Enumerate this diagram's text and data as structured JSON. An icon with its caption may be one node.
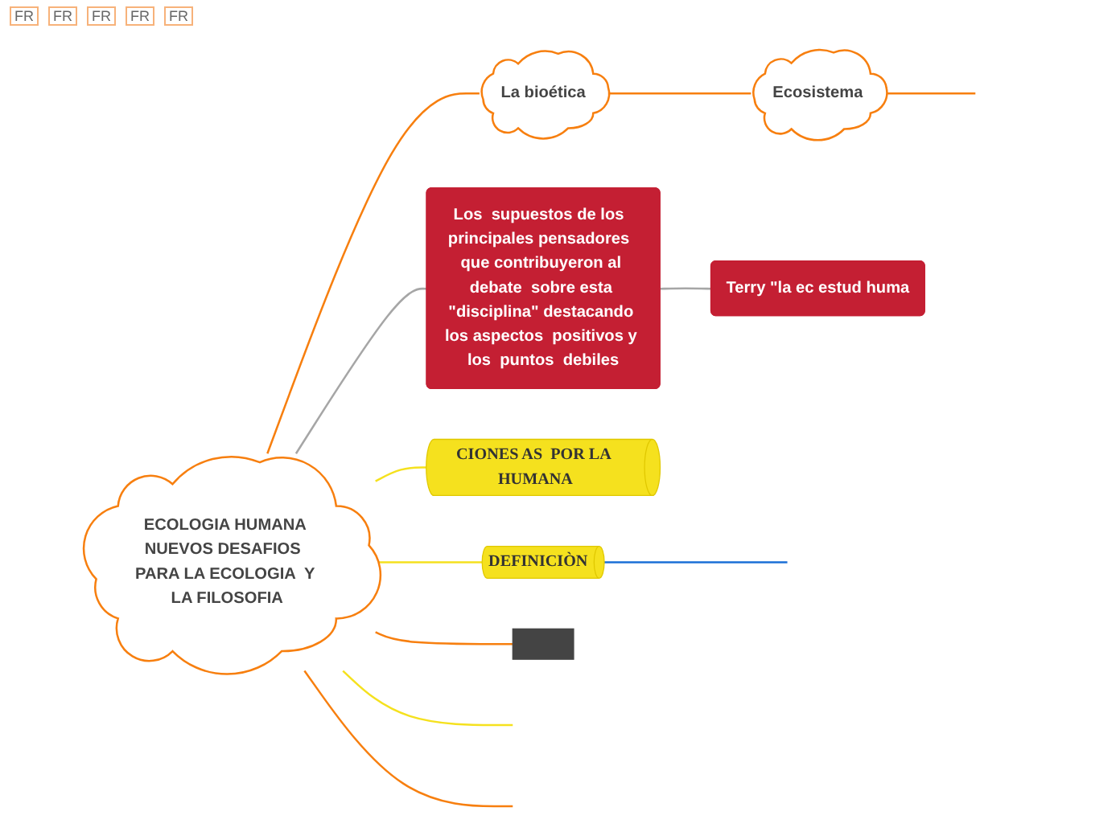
{
  "diagram": {
    "nodes": [
      {
        "text": [
          "ECOLOGIA HUMANA NUEVOS DESAFIOS  PARA LA ECOLOGIA  Y LA FILOSOFIA"
        ]
      },
      {
        "text": [
          "La  bioética"
        ]
      },
      {
        "text": [
          "Ecosistema"
        ]
      },
      {
        "text": [
          "DEFINICIÒN"
        ]
      },
      {
        "text": [
          "CIONES AS  POR LA HUMANA"
        ]
      },
      {
        "text": [
          "Los  supuestos de los  principales pensadores  que contribuyeron al debate  sobre esta \"disciplina\" destacando los aspectos  positivos y los  puntos  debiles"
        ]
      },
      {
        "text": [
          "Terry \"la ec estud huma"
        ]
      },
      {
        "text": [],
        "shape": "box"
      }
    ],
    "edges": [
      {
        "from": 0,
        "to": null,
        "arrow": "none",
        "color": "#f5e11e"
      },
      {
        "from": 0,
        "to": 1,
        "arrow": "none",
        "color": "#f77f0f"
      },
      {
        "from": 1,
        "to": 2,
        "arrow": "none",
        "color": "#f77f0f"
      },
      {
        "from": 2,
        "to": null,
        "arrow": "none",
        "color": "#f77f0f"
      },
      {
        "from": 0,
        "to": 4,
        "arrow": "none",
        "color": "#f5e11e"
      },
      {
        "from": 0,
        "to": 3,
        "arrow": "none",
        "color": "#f5e11e"
      },
      {
        "from": 3,
        "to": null,
        "arrow": "none",
        "color": "#1a6fd6"
      },
      {
        "from": 0,
        "to": null,
        "arrow": "none",
        "color": "#f77f0f"
      },
      {
        "from": 0,
        "to": 7,
        "arrow": "none",
        "color": "#f77f0f"
      },
      {
        "from": 0,
        "to": 5,
        "arrow": "none",
        "color": "#a6a6a6"
      },
      {
        "from": 5,
        "to": 6,
        "arrow": "none",
        "color": "#a6a6a6"
      }
    ],
    "labels": [
      "FR",
      "FR",
      "FR",
      "FR",
      "FR"
    ]
  }
}
